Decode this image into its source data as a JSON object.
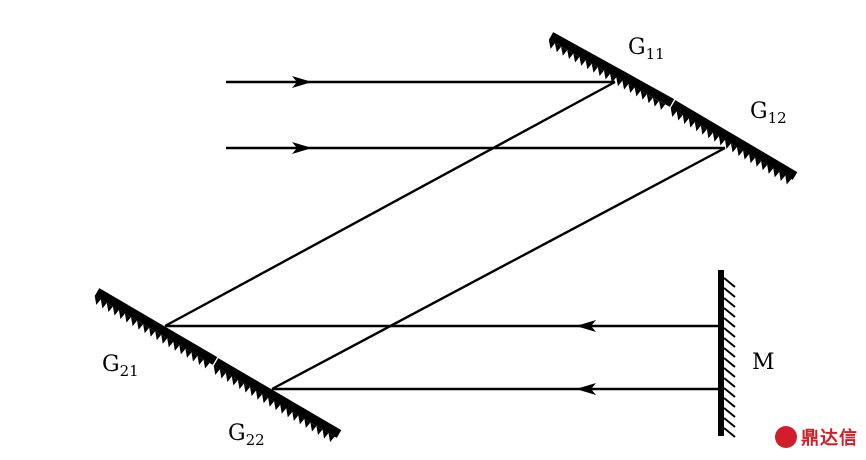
{
  "labels": {
    "g11": {
      "base": "G",
      "sub": "11"
    },
    "g12": {
      "base": "G",
      "sub": "12"
    },
    "g21": {
      "base": "G",
      "sub": "21"
    },
    "g22": {
      "base": "G",
      "sub": "22"
    },
    "mirror": "M"
  },
  "watermark": {
    "text": "鼎达信"
  },
  "colors": {
    "ink": "#000000",
    "watermark": "#d01f2a"
  }
}
